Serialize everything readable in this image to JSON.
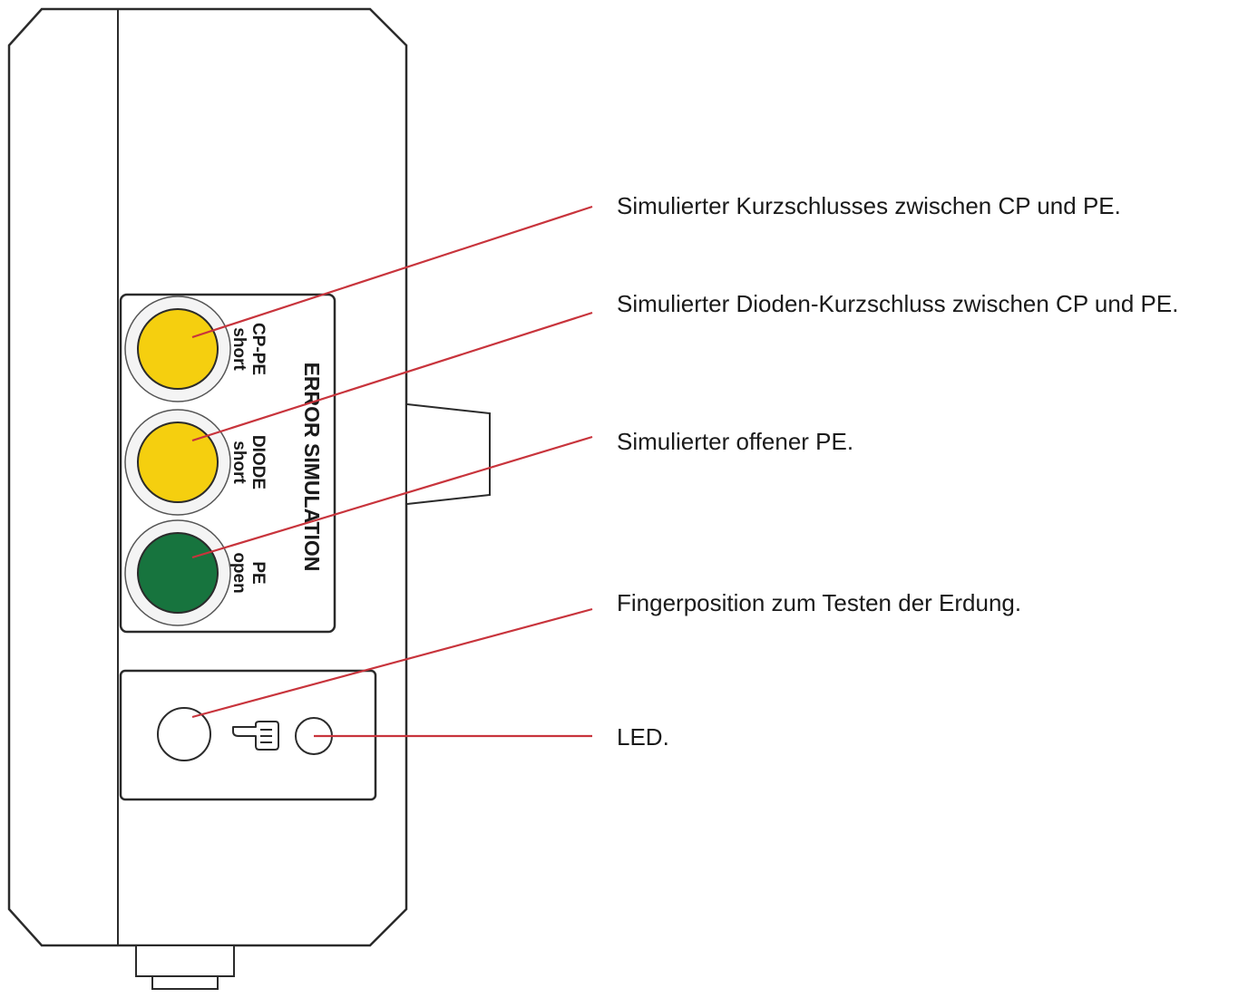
{
  "device": {
    "panel_title": "ERROR SIMULATION",
    "buttons": [
      {
        "line1": "CP-PE",
        "line2": "short",
        "color": "#f5cf0f"
      },
      {
        "line1": "DIODE",
        "line2": "short",
        "color": "#f5cf0f"
      },
      {
        "line1": "PE",
        "line2": "open",
        "color": "#17743e"
      }
    ],
    "touch_icon": "pointing-hand-icon"
  },
  "callouts": {
    "cp_pe_short": "Simulierter Kurzschlusses zwischen CP und PE.",
    "diode_short": "Simulierter Dioden-Kurzschluss zwischen CP und PE.",
    "pe_open": "Simulierter offener PE.",
    "finger_position": "Fingerposition zum Testen der Erdung.",
    "led": "LED."
  },
  "colors": {
    "leader_line": "#c8343c",
    "outline": "#2b2b2b",
    "button_yellow": "#f5cf0f",
    "button_green": "#17743e"
  }
}
